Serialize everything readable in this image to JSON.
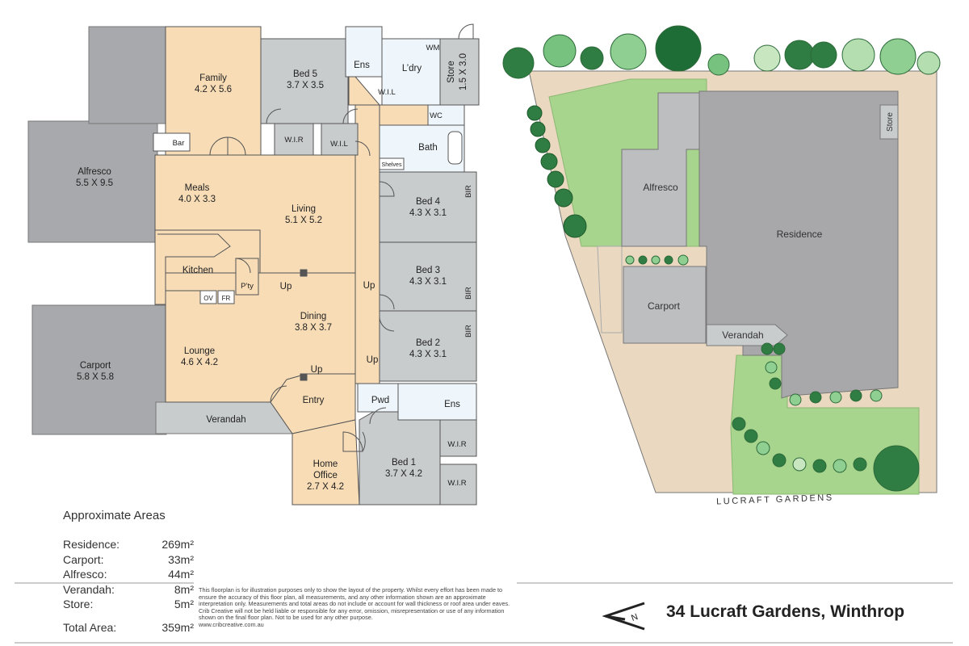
{
  "floorplan": {
    "rooms": [
      {
        "name": "Family",
        "size": "4.2 X 5.6"
      },
      {
        "name": "Bed 5",
        "size": "3.7 X 3.5"
      },
      {
        "name": "Alfresco",
        "size": "5.5 X 9.5"
      },
      {
        "name": "Meals",
        "size": "4.0 X 3.3"
      },
      {
        "name": "Living",
        "size": "5.1 X 5.2"
      },
      {
        "name": "Bed 4",
        "size": "4.3 X 3.1"
      },
      {
        "name": "Bed 3",
        "size": "4.3 X 3.1"
      },
      {
        "name": "Dining",
        "size": "3.8 X 3.7"
      },
      {
        "name": "Bed 2",
        "size": "4.3 X 3.1"
      },
      {
        "name": "Carport",
        "size": "5.8 X 5.8"
      },
      {
        "name": "Lounge",
        "size": "4.6 X 4.2"
      },
      {
        "name": "Home Office",
        "size": "2.7 X 4.2"
      },
      {
        "name": "Bed 1",
        "size": "3.7 X 4.2"
      },
      {
        "name": "Store",
        "size": "1.5 X 3.0"
      }
    ],
    "labels": {
      "ens": "Ens",
      "laundry": "L’dry",
      "wil": "W.I.L",
      "wm": "WM",
      "wc": "WC",
      "bath": "Bath",
      "shelves": "Shelves",
      "wir": "W.I.R",
      "bar": "Bar",
      "kitchen": "Kitchen",
      "pantry": "P’ty",
      "ov": "OV",
      "fr": "FR",
      "bir": "BIR",
      "up": "Up",
      "entry": "Entry",
      "pwd": "Pwd",
      "verandah": "Verandah",
      "home": "Home",
      "office": "Office"
    }
  },
  "siteplan": {
    "labels": {
      "alfresco": "Alfresco",
      "residence": "Residence",
      "store": "Store",
      "carport": "Carport",
      "verandah": "Verandah",
      "street": "LUCRAFT GARDENS"
    }
  },
  "areas": {
    "heading": "Approximate Areas",
    "items": [
      {
        "label": "Residence:",
        "value": "269m²"
      },
      {
        "label": "Carport:",
        "value": "33m²"
      },
      {
        "label": "Alfresco:",
        "value": "44m²"
      },
      {
        "label": "Verandah:",
        "value": "8m²"
      },
      {
        "label": "Store:",
        "value": "5m²"
      }
    ],
    "total_label": "Total Area:",
    "total_value": "359m²"
  },
  "disclaimer": "This floorplan is for illustration purposes only to show the layout of the property. Whilst every effort has been made to ensure the accuracy of this floor plan, all measurements, and any other information shown are an approximate interpretation only. Measurements and total areas do not include or account for wall thickness or roof area under eaves. Crib Creative will not be held liable or responsible for any error, omission, misrepresentation or use of any information shown on the final floor plan. Not to be used for any other purpose.",
  "website": "www.cribcreative.com.au",
  "address": "34 Lucraft Gardens, Winthrop",
  "north_label": "N",
  "colors": {
    "beige": "#f7dcb6",
    "grey_room": "#c9cccd",
    "outdoor": "#a7a9ac",
    "lawn": "#a8d58e",
    "paving": "#ead9c0",
    "roof": "#a8a8aa",
    "tree": "#3d8a4e"
  }
}
